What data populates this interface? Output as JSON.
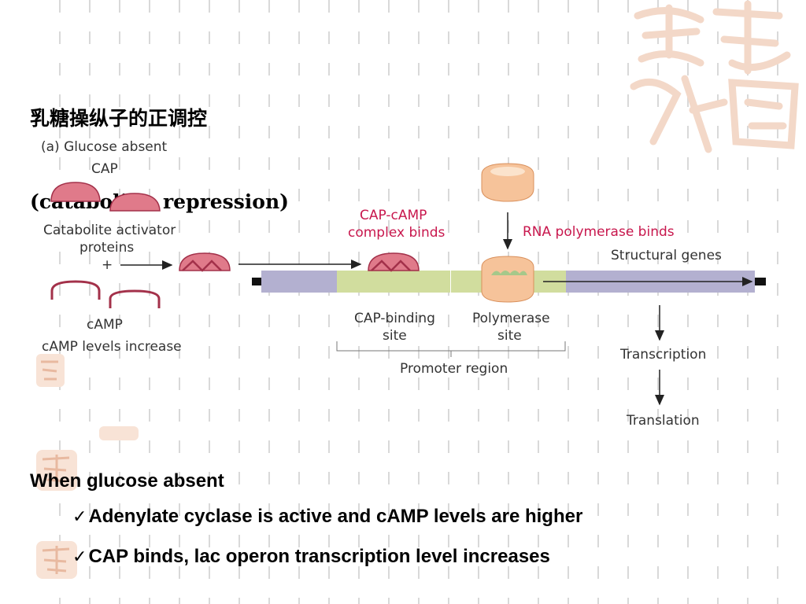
{
  "slide": {
    "title_line1": "乳糖操纵子的正调控",
    "title_line2": "(catabolite  repression)"
  },
  "diagram": {
    "panel_label": "(a)",
    "panel_title": "Glucose absent",
    "cap_label": "CAP",
    "activator_line1": "Catabolite activator",
    "activator_line2": "proteins",
    "plus": "+",
    "camp_label": "cAMP",
    "camp_increase": "cAMP levels increase",
    "complex_line1": "CAP-cAMP",
    "complex_line2": "complex binds",
    "rnap_binds": "RNA polymerase binds",
    "structural_genes": "Structural genes",
    "cap_site_line1": "CAP-binding",
    "cap_site_line2": "site",
    "pol_site_line1": "Polymerase",
    "pol_site_line2": "site",
    "promoter_region": "Promoter region",
    "transcription": "Transcription",
    "translation": "Translation",
    "colors": {
      "cap_protein": "#e07a8a",
      "cap_outline": "#a3314a",
      "dna_gray": "#b3b0d0",
      "dna_green": "#d1dd9e",
      "polymerase": "#f6c39a",
      "pink_text": "#c8174d"
    }
  },
  "notes": {
    "heading": "When glucose absent",
    "items": [
      {
        "check": "✓",
        "text": "Adenylate cyclase is active and cAMP levels are higher"
      },
      {
        "check": "✓",
        "text": "CAP binds, lac operon transcription level increases"
      }
    ]
  }
}
